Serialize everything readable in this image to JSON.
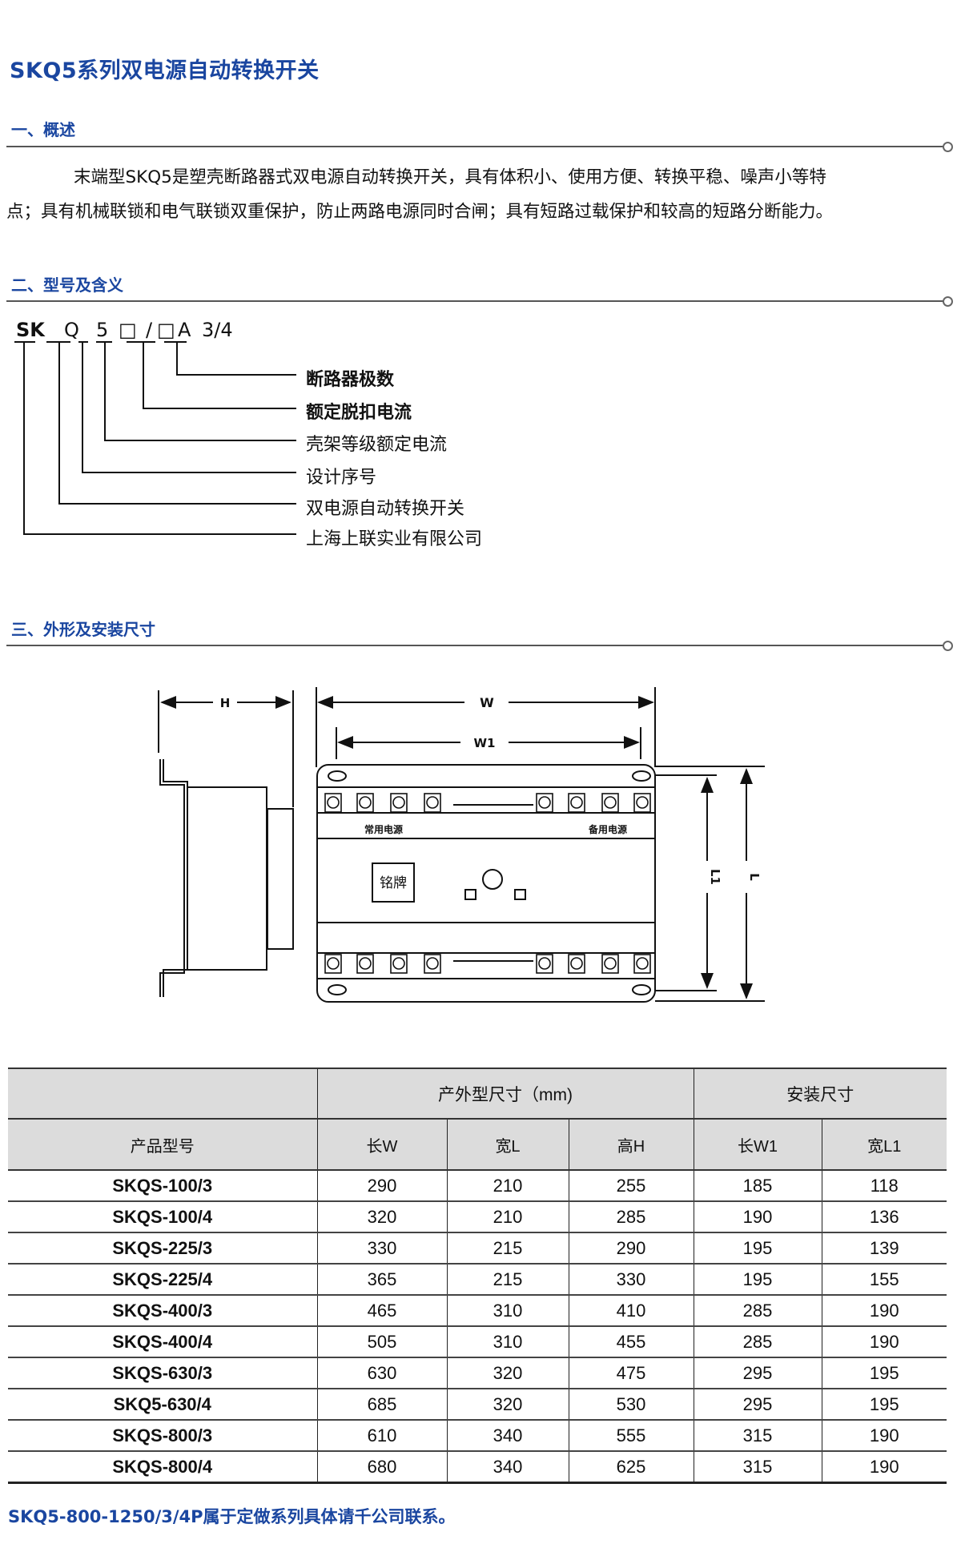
{
  "title": "SKQ5系列双电源自动转换开关",
  "sections": {
    "overview": {
      "heading": "一、概述",
      "paragraph_line1": "末端型SKQ5是塑壳断路器式双电源自动转换开关，具有体积小、使用方便、转换平稳、噪声小等特",
      "paragraph_line2": "点；具有机械联锁和电气联锁双重保护，防止两路电源同时合闸；具有短路过载保护和较高的短路分断能力。"
    },
    "model": {
      "heading": "二、型号及含义",
      "code_parts": [
        "SK",
        "Q",
        "5",
        "□",
        "/",
        "□",
        "A",
        "3/4"
      ],
      "meanings": [
        "断路器极数",
        "额定脱扣电流",
        "壳架等级额定电流",
        "设计序号",
        "双电源自动转换开关",
        "上海上联实业有限公司"
      ]
    },
    "dimensions": {
      "heading": "三、外形及安装尺寸",
      "diagram": {
        "label_H": "H",
        "label_W": "W",
        "label_W1": "W1",
        "label_L": "L",
        "label_L1": "L1",
        "normal_power": "常用电源",
        "backup_power": "备用电源",
        "nameplate": "铭牌"
      }
    }
  },
  "table": {
    "group_headers": {
      "outline": "产外型尺寸（mm)",
      "install": "安装尺寸"
    },
    "columns": [
      "产品型号",
      "长W",
      "宽L",
      "高H",
      "长W1",
      "宽L1"
    ],
    "rows": [
      [
        "SKQS-100/3",
        "290",
        "210",
        "255",
        "185",
        "118"
      ],
      [
        "SKQS-100/4",
        "320",
        "210",
        "285",
        "190",
        "136"
      ],
      [
        "SKQS-225/3",
        "330",
        "215",
        "290",
        "195",
        "139"
      ],
      [
        "SKQS-225/4",
        "365",
        "215",
        "330",
        "195",
        "155"
      ],
      [
        "SKQS-400/3",
        "465",
        "310",
        "410",
        "285",
        "190"
      ],
      [
        "SKQS-400/4",
        "505",
        "310",
        "455",
        "285",
        "190"
      ],
      [
        "SKQS-630/3",
        "630",
        "320",
        "475",
        "295",
        "195"
      ],
      [
        "SKQ5-630/4",
        "685",
        "320",
        "530",
        "295",
        "195"
      ],
      [
        "SKQS-800/3",
        "610",
        "340",
        "555",
        "315",
        "190"
      ],
      [
        "SKQS-800/4",
        "680",
        "340",
        "625",
        "315",
        "190"
      ]
    ]
  },
  "footnote": "SKQ5-800-1250/3/4P属于定做系列具体请千公司联系。",
  "colors": {
    "heading_blue": "#1a46a0",
    "table_header_bg": "#dcdcdc"
  }
}
